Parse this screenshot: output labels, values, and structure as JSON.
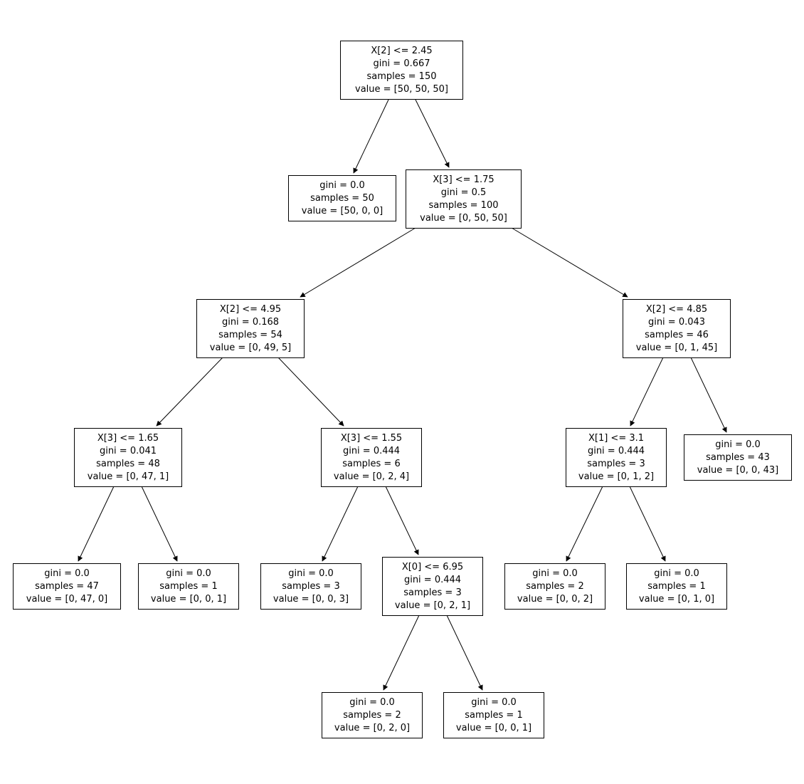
{
  "figure": {
    "kind": "decision-tree-plot",
    "background_color": "#ffffff",
    "node_fill_color": "#ffffff",
    "node_border_color": "#000000",
    "edge_color": "#000000",
    "text_color": "#000000"
  },
  "tree": {
    "nodes": [
      {
        "id": 0,
        "lines": [
          "X[2] <= 2.45",
          "gini = 0.667",
          "samples = 150",
          "value = [50, 50, 50]"
        ]
      },
      {
        "id": 1,
        "lines": [
          "gini = 0.0",
          "samples = 50",
          "value = [50, 0, 0]"
        ]
      },
      {
        "id": 2,
        "lines": [
          "X[3] <= 1.75",
          "gini = 0.5",
          "samples = 100",
          "value = [0, 50, 50]"
        ]
      },
      {
        "id": 3,
        "lines": [
          "X[2] <= 4.95",
          "gini = 0.168",
          "samples = 54",
          "value = [0, 49, 5]"
        ]
      },
      {
        "id": 4,
        "lines": [
          "X[2] <= 4.85",
          "gini = 0.043",
          "samples = 46",
          "value = [0, 1, 45]"
        ]
      },
      {
        "id": 5,
        "lines": [
          "X[3] <= 1.65",
          "gini = 0.041",
          "samples = 48",
          "value = [0, 47, 1]"
        ]
      },
      {
        "id": 6,
        "lines": [
          "X[3] <= 1.55",
          "gini = 0.444",
          "samples = 6",
          "value = [0, 2, 4]"
        ]
      },
      {
        "id": 7,
        "lines": [
          "X[1] <= 3.1",
          "gini = 0.444",
          "samples = 3",
          "value = [0, 1, 2]"
        ]
      },
      {
        "id": 8,
        "lines": [
          "gini = 0.0",
          "samples = 43",
          "value = [0, 0, 43]"
        ]
      },
      {
        "id": 9,
        "lines": [
          "gini = 0.0",
          "samples = 47",
          "value = [0, 47, 0]"
        ]
      },
      {
        "id": 10,
        "lines": [
          "gini = 0.0",
          "samples = 1",
          "value = [0, 0, 1]"
        ]
      },
      {
        "id": 11,
        "lines": [
          "gini = 0.0",
          "samples = 3",
          "value = [0, 0, 3]"
        ]
      },
      {
        "id": 12,
        "lines": [
          "X[0] <= 6.95",
          "gini = 0.444",
          "samples = 3",
          "value = [0, 2, 1]"
        ]
      },
      {
        "id": 13,
        "lines": [
          "gini = 0.0",
          "samples = 2",
          "value = [0, 0, 2]"
        ]
      },
      {
        "id": 14,
        "lines": [
          "gini = 0.0",
          "samples = 1",
          "value = [0, 1, 0]"
        ]
      },
      {
        "id": 15,
        "lines": [
          "gini = 0.0",
          "samples = 2",
          "value = [0, 2, 0]"
        ]
      },
      {
        "id": 16,
        "lines": [
          "gini = 0.0",
          "samples = 1",
          "value = [0, 0, 1]"
        ]
      }
    ],
    "edges": [
      {
        "from": 0,
        "to": 1
      },
      {
        "from": 0,
        "to": 2
      },
      {
        "from": 2,
        "to": 3
      },
      {
        "from": 2,
        "to": 4
      },
      {
        "from": 3,
        "to": 5
      },
      {
        "from": 3,
        "to": 6
      },
      {
        "from": 4,
        "to": 7
      },
      {
        "from": 4,
        "to": 8
      },
      {
        "from": 5,
        "to": 9
      },
      {
        "from": 5,
        "to": 10
      },
      {
        "from": 6,
        "to": 11
      },
      {
        "from": 6,
        "to": 12
      },
      {
        "from": 7,
        "to": 13
      },
      {
        "from": 7,
        "to": 14
      },
      {
        "from": 12,
        "to": 15
      },
      {
        "from": 12,
        "to": 16
      }
    ]
  }
}
